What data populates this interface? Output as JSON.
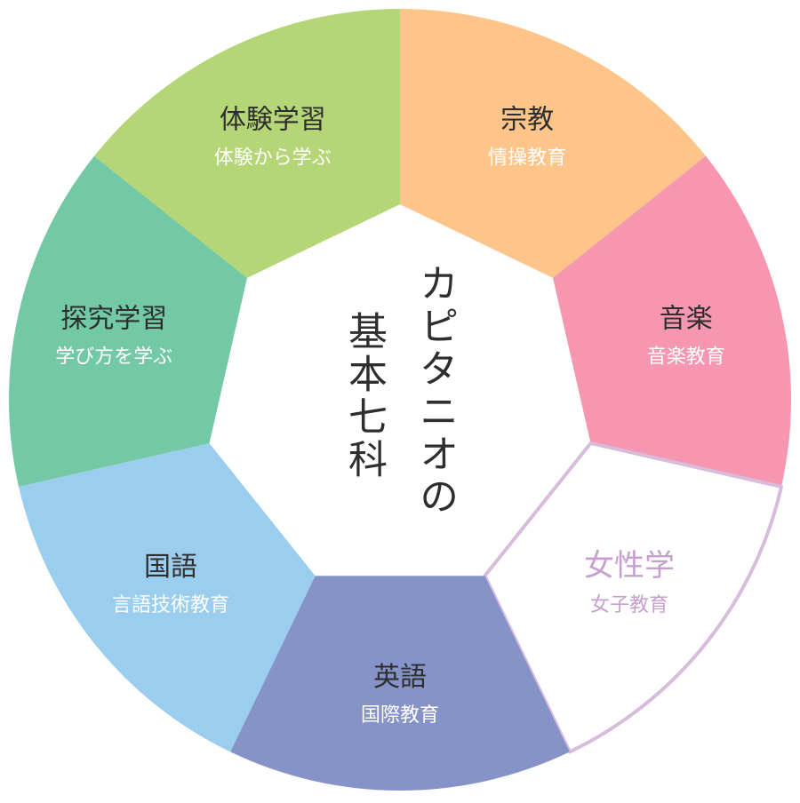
{
  "center": {
    "line1": "カピタニオの",
    "line2": "基本七科"
  },
  "segments": [
    {
      "title": "宗教",
      "subtitle": "情操教育",
      "color": "#fdc58a"
    },
    {
      "title": "音楽",
      "subtitle": "音楽教育",
      "color": "#f796b0"
    },
    {
      "title": "女性学",
      "subtitle": "女子教育",
      "color": "#ffffff",
      "accent": "#d8bcdc",
      "highlighted": true
    },
    {
      "title": "英語",
      "subtitle": "国際教育",
      "color": "#8693c9"
    },
    {
      "title": "国語",
      "subtitle": "言語技術教育",
      "color": "#9bcdee"
    },
    {
      "title": "探究学習",
      "subtitle": "学び方を学ぶ",
      "color": "#73c8a5"
    },
    {
      "title": "体験学習",
      "subtitle": "体験から学ぶ",
      "color": "#b5d676"
    }
  ]
}
